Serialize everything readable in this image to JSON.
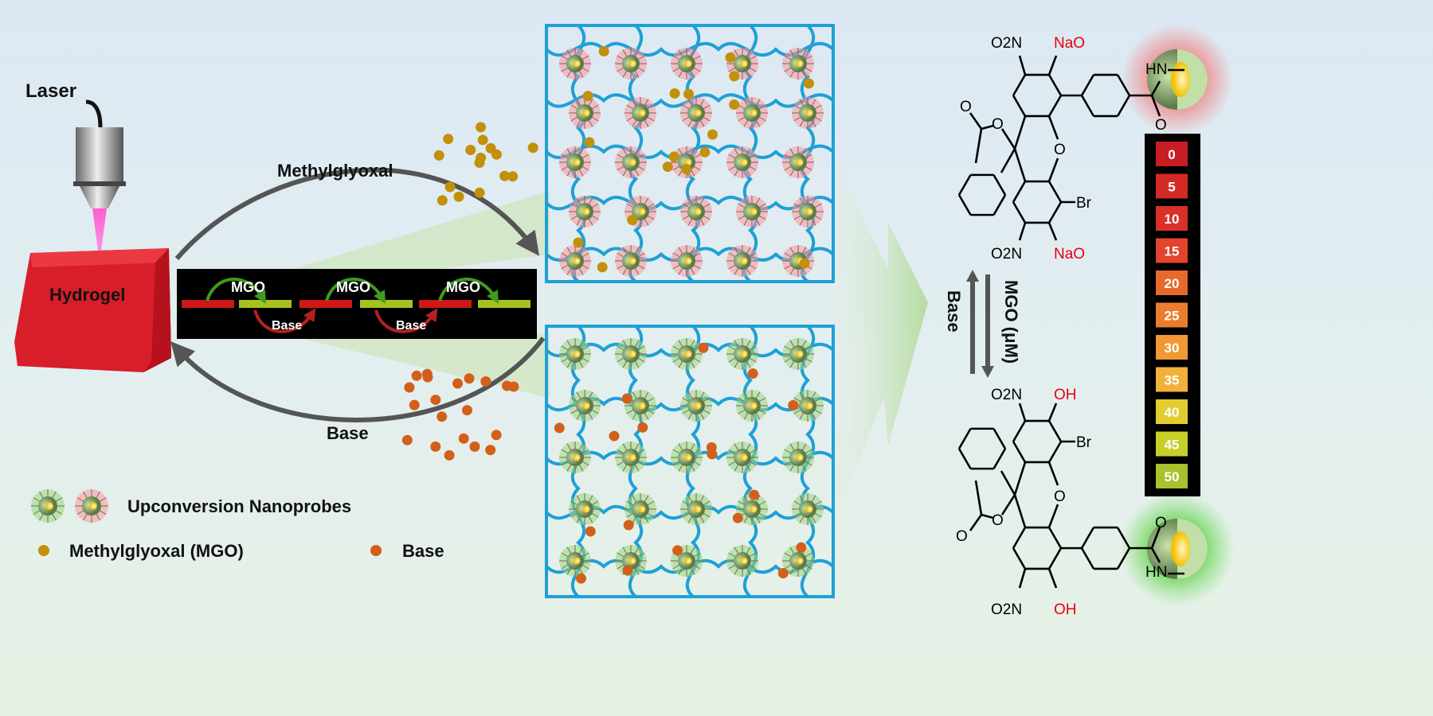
{
  "laser_label": "Laser",
  "hydrogel_label": "Hydrogel",
  "forward_arrow_label": "Methylglyoxal",
  "reverse_arrow_label": "Base",
  "cycle_strip": {
    "forward_labels": [
      "MGO",
      "MGO",
      "MGO"
    ],
    "reverse_labels": [
      "Base",
      "Base"
    ]
  },
  "legend": {
    "nanoprobes": "Upconversion Nanoprobes",
    "mgo": "Methylglyoxal (MGO)",
    "base": "Base"
  },
  "chemistry": {
    "top": {
      "o2n_top": "O2N",
      "nao_top": "NaO",
      "o2n_bottom": "O2N",
      "nao_bottom": "NaO",
      "br": "Br",
      "ring_o": "O",
      "lactone_o": "O",
      "carbonyl_o": "O",
      "amide_hn": "HN",
      "amide_o": "O"
    },
    "bottom": {
      "o2n_top": "O2N",
      "oh_top": "OH",
      "o2n_bottom": "O2N",
      "oh_bottom": "OH",
      "br": "Br",
      "ring_o": "O",
      "lactone_o": "O",
      "carbonyl_o": "O",
      "amide_hn": "HN",
      "amide_o": "O"
    },
    "equilibrium_forward": "MGO (μM)",
    "equilibrium_reverse": "Base"
  },
  "color_scale": {
    "values": [
      "0",
      "5",
      "10",
      "15",
      "20",
      "25",
      "30",
      "35",
      "40",
      "45",
      "50"
    ],
    "colors": [
      "#c81d25",
      "#d42a26",
      "#d9302a",
      "#e2442d",
      "#e8692c",
      "#ec7d2e",
      "#f19833",
      "#f2b13a",
      "#e3cc32",
      "#c7cf2a",
      "#a9c12c"
    ]
  },
  "colors": {
    "network": "#1ea0d6",
    "mgo_dot": "#c2900a",
    "base_dot": "#d2601a",
    "hydrogel": "#d81e2a",
    "arrow": "#555555"
  }
}
